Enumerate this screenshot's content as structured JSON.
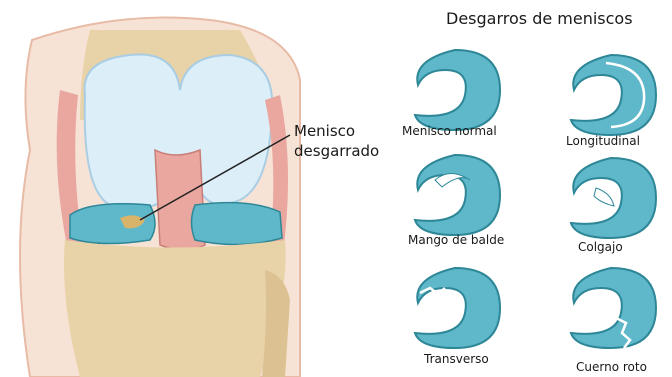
{
  "knee_label": {
    "line1": "Menisco",
    "line2": "desgarrado"
  },
  "tears_title": "Desgarros de meniscos",
  "tears": [
    {
      "id": "normal",
      "label": "Menisco normal"
    },
    {
      "id": "longitudinal",
      "label": "Longitudinal"
    },
    {
      "id": "bucket-handle",
      "label": "Mango de balde"
    },
    {
      "id": "flap",
      "label": "Colgajo"
    },
    {
      "id": "transverse",
      "label": "Transverso"
    },
    {
      "id": "broken-horn",
      "label": "Cuerno roto"
    }
  ],
  "colors": {
    "meniscus_fill": "#5fb8c9",
    "meniscus_dark": "#2d8797",
    "cartilage": "#d9ebf6",
    "bone": "#e8d2a8",
    "ligament": "#e9a7a0",
    "skin": "#f4cfbf"
  }
}
